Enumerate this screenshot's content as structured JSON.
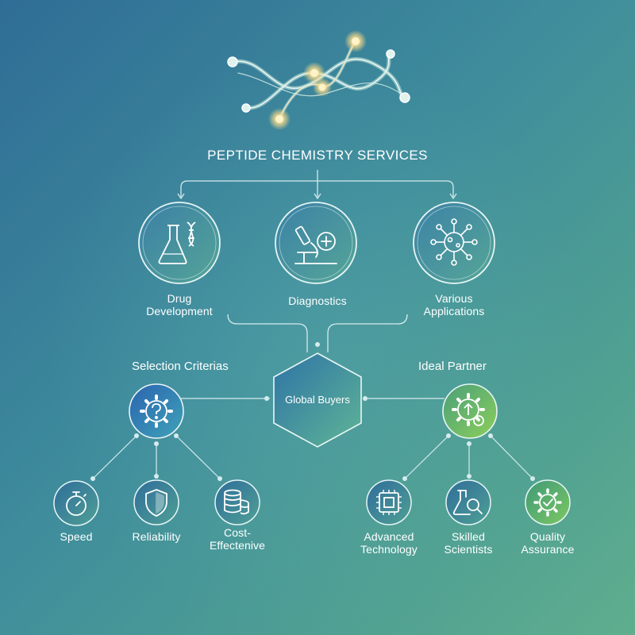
{
  "title": "PEPTIDE CHEMISTRY SERVICES",
  "applications": [
    {
      "label_lines": [
        "Drug",
        "Development"
      ],
      "icon": "flask-dna-icon"
    },
    {
      "label_lines": [
        "Diagnostics"
      ],
      "icon": "microscope-icon"
    },
    {
      "label_lines": [
        "Various",
        "Applications"
      ],
      "icon": "molecule-network-icon"
    }
  ],
  "hub": {
    "label": "Global Buyers"
  },
  "left_branch": {
    "heading": "Selection Criterias",
    "icon": "gear-question-icon",
    "items": [
      {
        "label_lines": [
          "Speed"
        ],
        "icon": "stopwatch-icon"
      },
      {
        "label_lines": [
          "Reliability"
        ],
        "icon": "shield-icon"
      },
      {
        "label_lines": [
          "Cost-",
          "Effectenive"
        ],
        "icon": "coin-stack-icon"
      }
    ]
  },
  "right_branch": {
    "heading": "Ideal Partner",
    "icon": "gear-upload-icon",
    "items": [
      {
        "label_lines": [
          "Advanced",
          "Technology"
        ],
        "icon": "chip-icon"
      },
      {
        "label_lines": [
          "Skilled",
          "Scientists"
        ],
        "icon": "flask-magnifier-icon"
      },
      {
        "label_lines": [
          "Quality",
          "Assurance"
        ],
        "icon": "gear-check-icon"
      }
    ]
  },
  "colors": {
    "background_start": "#2f6d96",
    "background_end": "#5fae8e",
    "line": "#cfe8ee",
    "glow_node": "#f5d98a",
    "accent_green": "#79c96a"
  }
}
